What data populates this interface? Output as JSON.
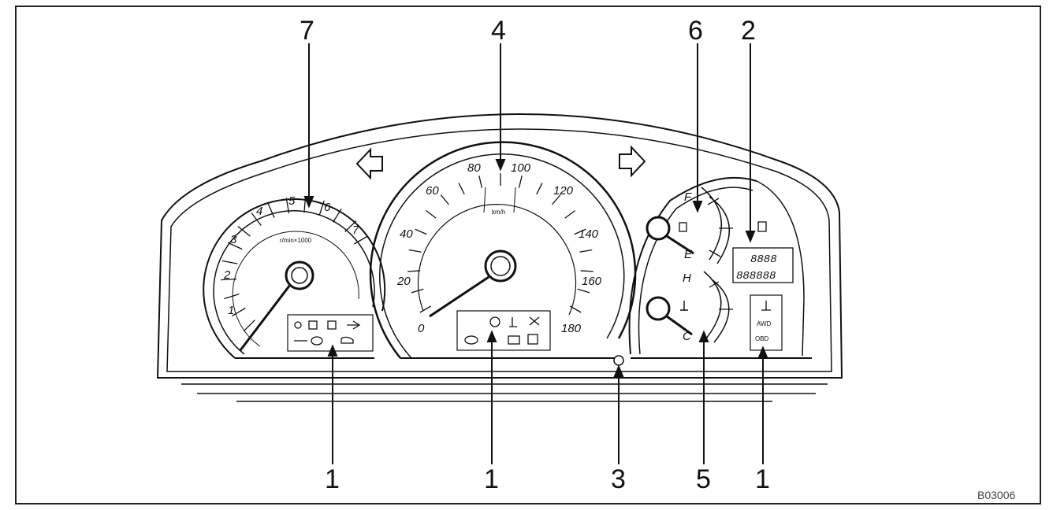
{
  "callouts": {
    "top": [
      "7",
      "4",
      "6",
      "2"
    ],
    "bottom": [
      "1",
      "1",
      "3",
      "5",
      "1"
    ]
  },
  "tachometer": {
    "numbers": [
      "1",
      "2",
      "3",
      "4",
      "5",
      "6",
      "7"
    ],
    "unit": "r/min×1000"
  },
  "speedometer": {
    "numbers": [
      "0",
      "20",
      "40",
      "60",
      "80",
      "100",
      "120",
      "140",
      "160",
      "180"
    ],
    "unit": "km/h"
  },
  "fuel_gauge": {
    "full": "F",
    "empty": "E"
  },
  "temp_gauge": {
    "hot": "H",
    "cold": "C"
  },
  "display": {
    "line1": "8888",
    "line2": "888888"
  },
  "indicators": {
    "right_panel_line1": "AWD",
    "right_panel_line2": "OBD"
  },
  "reference_code": "B03006"
}
